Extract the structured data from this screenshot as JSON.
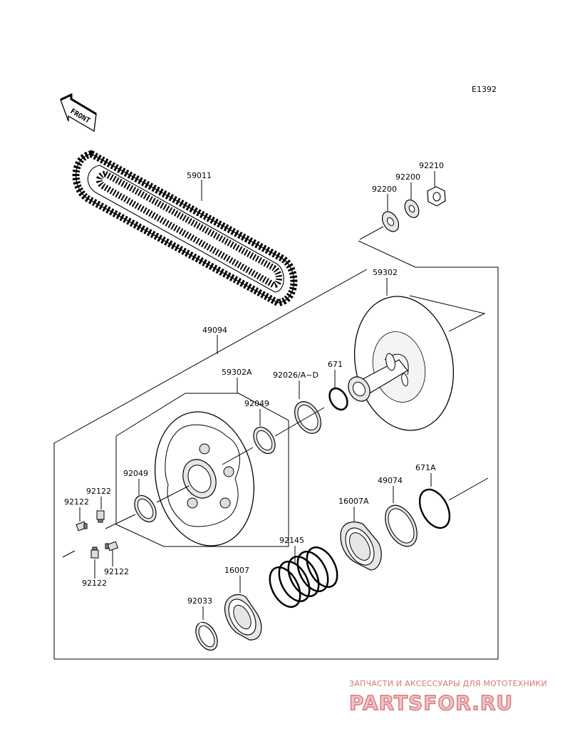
{
  "diagram_code": "E1392",
  "front_label": "FRONT",
  "parts": {
    "p59011": "59011",
    "p92210": "92210",
    "p92200a": "92200",
    "p92200b": "92200",
    "p59302": "59302",
    "p49094": "49094",
    "p59302A": "59302A",
    "p92026": "92026/A~D",
    "p671": "671",
    "p92049a": "92049",
    "p92049b": "92049",
    "p92122a": "92122",
    "p92122b": "92122",
    "p92122c": "92122",
    "p92122d": "92122",
    "p671A": "671A",
    "p49074": "49074",
    "p16007A": "16007A",
    "p92145": "92145",
    "p16007": "16007",
    "p92033": "92033"
  },
  "watermark": {
    "subtitle": "ЗАПЧАСТИ И АКСЕССУАРЫ ДЛЯ МОТОТЕХНИКИ",
    "brand": "PARTSFOR.RU"
  }
}
